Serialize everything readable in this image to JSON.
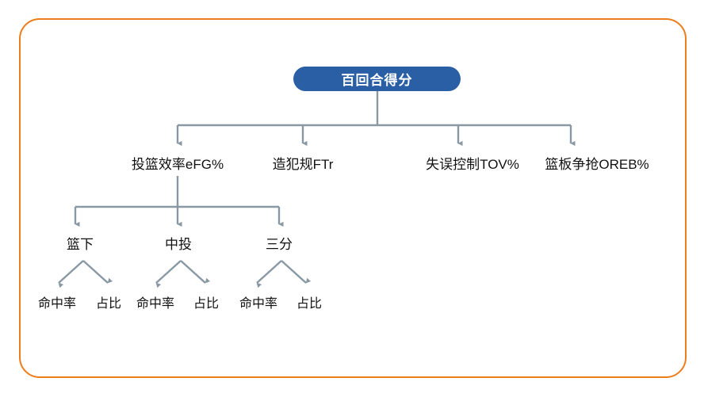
{
  "diagram": {
    "title_node": {
      "label": "百回合得分"
    },
    "frame": {
      "color": "#ED7D1B"
    },
    "colors": {
      "root_fill": "#2A5FA5",
      "root_text": "#FFFFFF",
      "connector": "#8999A3",
      "frame_border": "#ED7D1B",
      "node_text": "#111111"
    },
    "level2": [
      {
        "label": "投篮效率eFG%"
      },
      {
        "label": "造犯规FTr"
      },
      {
        "label": "失误控制TOV%"
      },
      {
        "label": "篮板争抢OREB%"
      }
    ],
    "level3": [
      {
        "label": "篮下"
      },
      {
        "label": "中投"
      },
      {
        "label": "三分"
      }
    ],
    "leaves": [
      {
        "label": "命中率"
      },
      {
        "label": "占比"
      },
      {
        "label": "命中率"
      },
      {
        "label": "占比"
      },
      {
        "label": "命中率"
      },
      {
        "label": "占比"
      }
    ]
  }
}
